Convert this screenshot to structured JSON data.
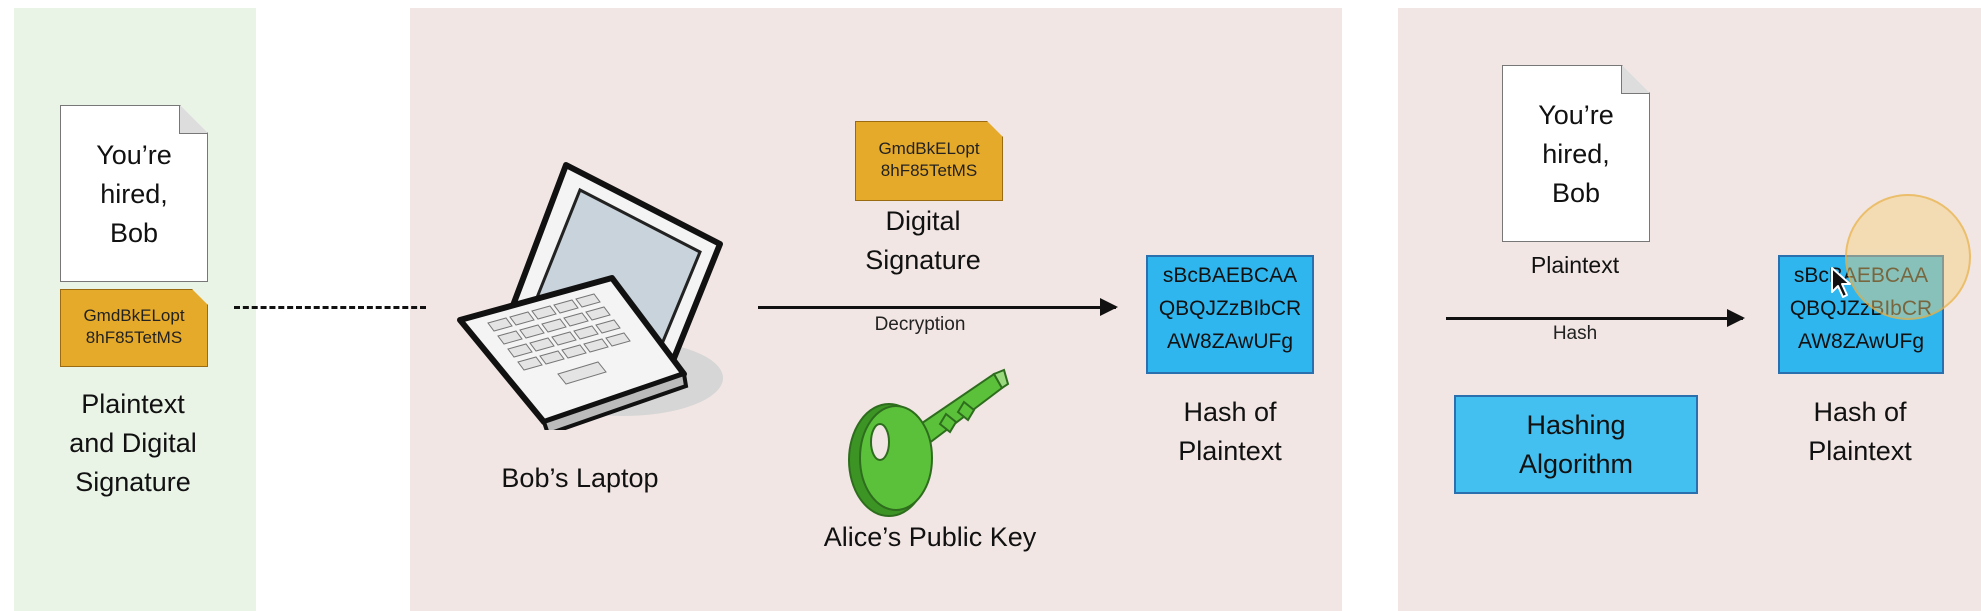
{
  "left_panel": {
    "document_text": "You’re\nhired,\nBob",
    "signature_text": "GmdBkELopt\n8hF85TetMS",
    "caption": "Plaintext\nand Digital\nSignature"
  },
  "middle_panel": {
    "laptop_label": "Bob’s Laptop",
    "signature_text": "GmdBkELopt\n8hF85TetMS",
    "signature_label": "Digital\nSignature",
    "arrow_label": "Decryption",
    "key_label": "Alice’s Public Key",
    "hash_text": "sBcBAEBCAA\nQBQJZzBIbCR\nAW8ZAwUFg",
    "hash_label": "Hash of\nPlaintext"
  },
  "right_panel": {
    "document_text": "You’re\nhired,\nBob",
    "document_label": "Plaintext",
    "arrow_label": "Hash",
    "algorithm_label": "Hashing\nAlgorithm",
    "hash_text": "sBcBAEBCAA\nQBQJZzBIbCR\nAW8ZAwUFg",
    "hash_label": "Hash of\nPlaintext"
  },
  "colors": {
    "signature": "#e6aa2a",
    "hash_box": "#2fb6ee",
    "key": "#5cc13a",
    "green_panel": "#e9f4e7",
    "pink_panel": "#f1e6e3"
  }
}
